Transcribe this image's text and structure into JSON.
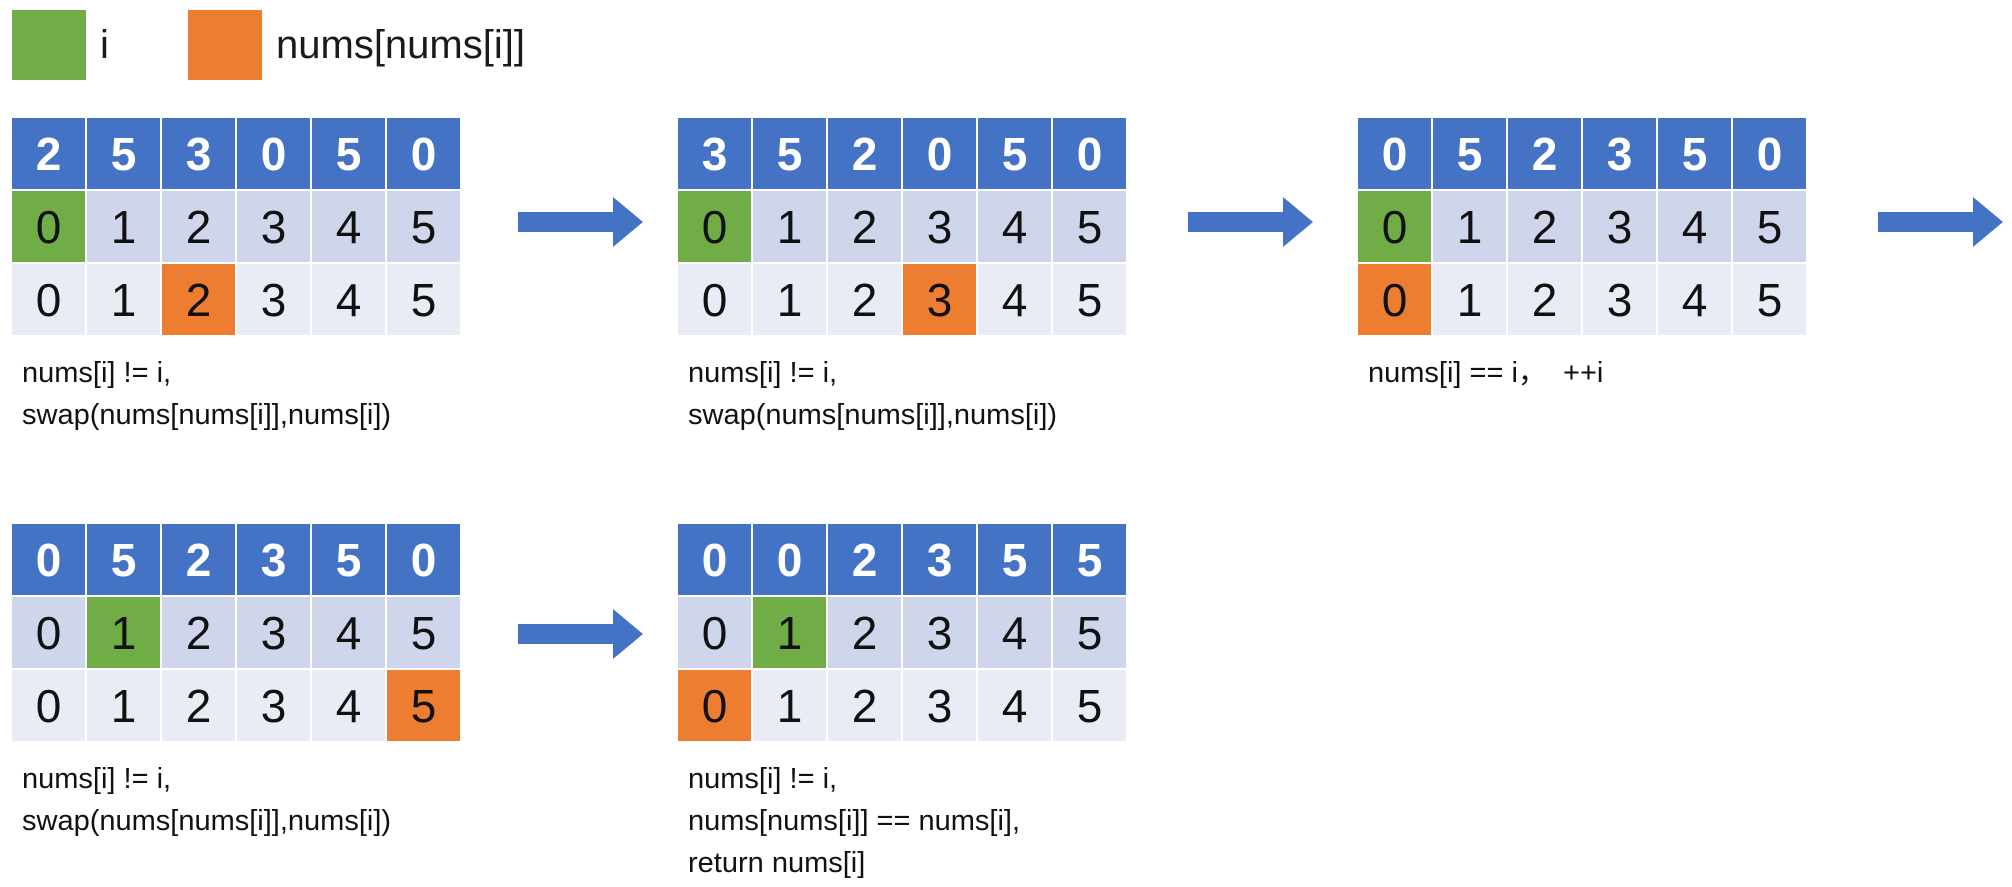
{
  "legend": {
    "i_label": "i",
    "target_label": "nums[nums[i]]",
    "green": "#70ad47",
    "orange": "#ed7d31"
  },
  "colors": {
    "header_blue": "#4472c4",
    "index_row": "#cfd5ea",
    "plain_row": "#e9ebf5",
    "arrow": "#4472c4"
  },
  "panels": [
    {
      "values": [
        "2",
        "5",
        "3",
        "0",
        "5",
        "0"
      ],
      "index_row": [
        "0",
        "1",
        "2",
        "3",
        "4",
        "5"
      ],
      "third_row": [
        "0",
        "1",
        "2",
        "3",
        "4",
        "5"
      ],
      "highlight_i": 0,
      "highlight_target": 2,
      "notes": [
        "nums[i] != i,",
        "swap(nums[nums[i]],nums[i])"
      ]
    },
    {
      "values": [
        "3",
        "5",
        "2",
        "0",
        "5",
        "0"
      ],
      "index_row": [
        "0",
        "1",
        "2",
        "3",
        "4",
        "5"
      ],
      "third_row": [
        "0",
        "1",
        "2",
        "3",
        "4",
        "5"
      ],
      "highlight_i": 0,
      "highlight_target": 3,
      "notes": [
        "nums[i] != i,",
        "swap(nums[nums[i]],nums[i])"
      ]
    },
    {
      "values": [
        "0",
        "5",
        "2",
        "3",
        "5",
        "0"
      ],
      "index_row": [
        "0",
        "1",
        "2",
        "3",
        "4",
        "5"
      ],
      "third_row": [
        "0",
        "1",
        "2",
        "3",
        "4",
        "5"
      ],
      "highlight_i": 0,
      "highlight_target": 0,
      "notes": [
        "nums[i] == i，  ++i"
      ]
    },
    {
      "values": [
        "0",
        "5",
        "2",
        "3",
        "5",
        "0"
      ],
      "index_row": [
        "0",
        "1",
        "2",
        "3",
        "4",
        "5"
      ],
      "third_row": [
        "0",
        "1",
        "2",
        "3",
        "4",
        "5"
      ],
      "highlight_i": 1,
      "highlight_target": 5,
      "notes": [
        "nums[i] != i,",
        "swap(nums[nums[i]],nums[i])"
      ]
    },
    {
      "values": [
        "0",
        "0",
        "2",
        "3",
        "5",
        "5"
      ],
      "index_row": [
        "0",
        "1",
        "2",
        "3",
        "4",
        "5"
      ],
      "third_row": [
        "0",
        "1",
        "2",
        "3",
        "4",
        "5"
      ],
      "highlight_i": 1,
      "highlight_target": 0,
      "notes": [
        "nums[i] != i,",
        "nums[nums[i]] == nums[i],",
        "return nums[i]"
      ]
    }
  ]
}
